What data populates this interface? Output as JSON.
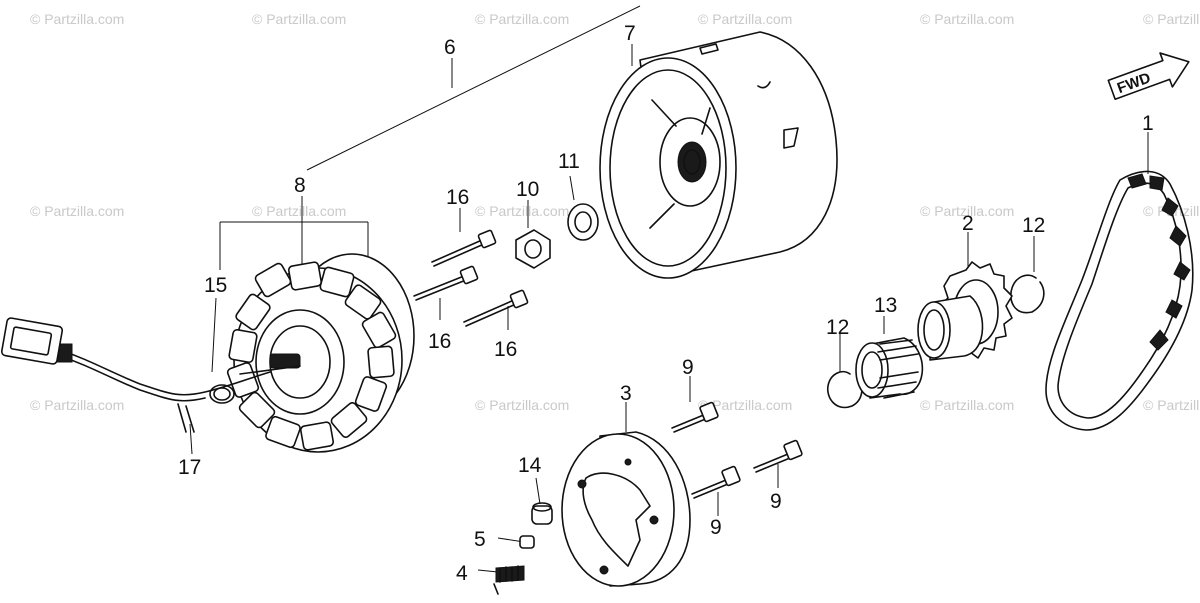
{
  "watermark": {
    "text": "© Partzilla.com"
  },
  "direction_marker": {
    "label": "FWD"
  },
  "callouts": [
    {
      "id": "c1",
      "text": "1"
    },
    {
      "id": "c2",
      "text": "2"
    },
    {
      "id": "c3",
      "text": "3"
    },
    {
      "id": "c4",
      "text": "4"
    },
    {
      "id": "c5",
      "text": "5"
    },
    {
      "id": "c6",
      "text": "6"
    },
    {
      "id": "c7",
      "text": "7"
    },
    {
      "id": "c8",
      "text": "8"
    },
    {
      "id": "c9a",
      "text": "9"
    },
    {
      "id": "c9b",
      "text": "9"
    },
    {
      "id": "c9c",
      "text": "9"
    },
    {
      "id": "c10",
      "text": "10"
    },
    {
      "id": "c11",
      "text": "11"
    },
    {
      "id": "c12a",
      "text": "12"
    },
    {
      "id": "c12b",
      "text": "12"
    },
    {
      "id": "c13",
      "text": "13"
    },
    {
      "id": "c14",
      "text": "14"
    },
    {
      "id": "c15",
      "text": "15"
    },
    {
      "id": "c16a",
      "text": "16"
    },
    {
      "id": "c16b",
      "text": "16"
    },
    {
      "id": "c16c",
      "text": "16"
    },
    {
      "id": "c17",
      "text": "17"
    }
  ]
}
